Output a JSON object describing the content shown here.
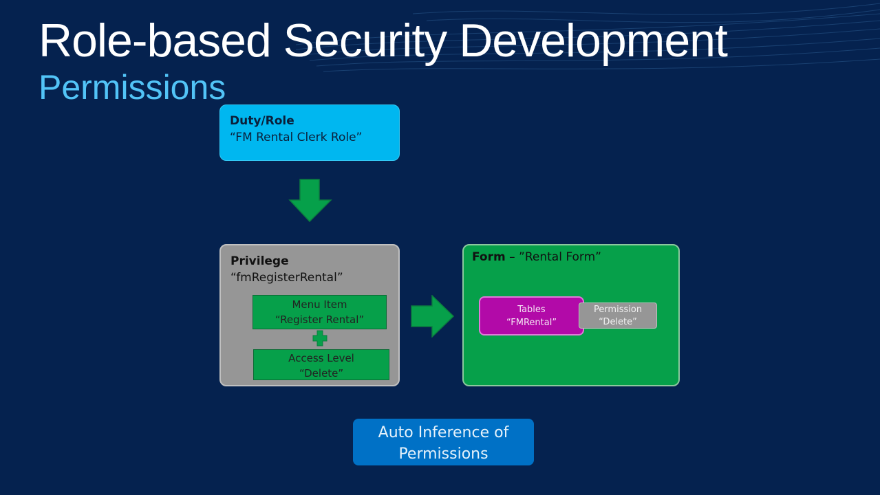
{
  "slide": {
    "title": "Role-based Security Development",
    "subtitle": "Permissions"
  },
  "duty": {
    "heading": "Duty/Role",
    "name": "“FM Rental Clerk Role”"
  },
  "privilege": {
    "heading": "Privilege",
    "name": "“fmRegisterRental”",
    "menu_item": {
      "line1": "Menu Item",
      "line2": "“Register Rental”"
    },
    "access_level": {
      "line1": "Access Level",
      "line2": "“Delete”"
    }
  },
  "form": {
    "heading": "Form",
    "separator": " – ",
    "name": "”Rental Form”",
    "tables": {
      "line1": "Tables",
      "line2": "“FMRental”"
    },
    "permission": {
      "line1": "Permission",
      "line2": "“Delete”"
    }
  },
  "auto_inference_button": {
    "line1": "Auto Inference of",
    "line2": "Permissions"
  },
  "colors": {
    "background": "#05224f",
    "duty_box": "#00b7f0",
    "privilege_box": "#969696",
    "form_box": "#06a04a",
    "tables_box": "#b20aa8",
    "button": "#0071c6",
    "arrow": "#06a04a",
    "subtitle": "#52c4f7"
  },
  "icons": [
    "down-arrow-icon",
    "right-arrow-icon",
    "plus-icon"
  ]
}
